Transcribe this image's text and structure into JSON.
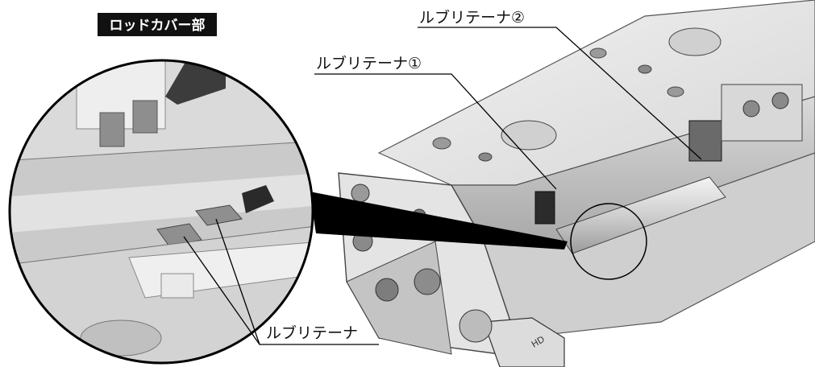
{
  "labels": {
    "rod_cover": "ロッドカバー部",
    "lubretainer_1": "ルブリテーナ①",
    "lubretainer_2": "ルブリテーナ②",
    "lubretainer_detail": "ルブリテーナ"
  },
  "part_marking": "HD",
  "colors": {
    "tag_background": "#111111",
    "tag_text": "#ffffff",
    "metal_light": "#e9e9e9",
    "metal_mid": "#c9c9c9",
    "metal_dark": "#8a8a8a",
    "callout_line": "#000000"
  }
}
